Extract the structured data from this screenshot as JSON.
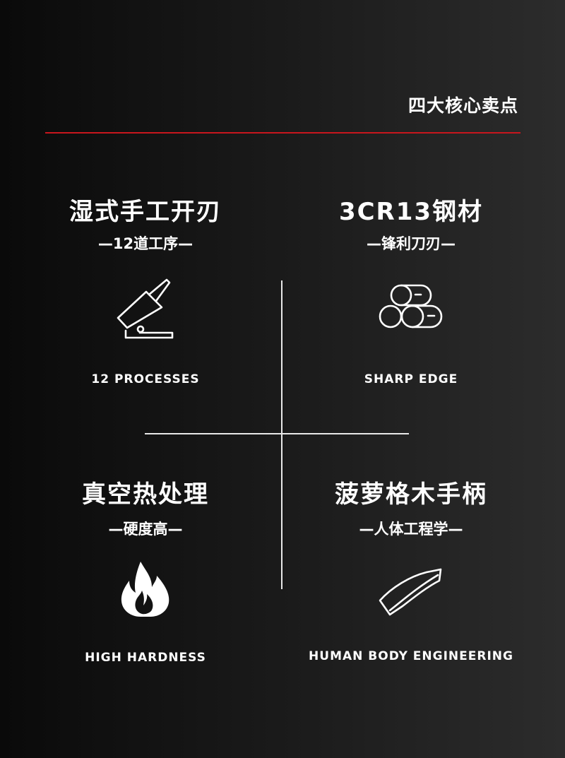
{
  "header": {
    "title": "四大核心卖点"
  },
  "colors": {
    "accent_line": "#c8161d",
    "text": "#ffffff"
  },
  "features": [
    {
      "title": "湿式手工开刃",
      "subtitle": "—12道工序—",
      "icon": "cleaver-icon",
      "english": "12 PROCESSES"
    },
    {
      "title": "3CR13钢材",
      "subtitle": "—锋利刀刃—",
      "icon": "steel-rolls-icon",
      "english": "SHARP EDGE"
    },
    {
      "title": "真空热处理",
      "subtitle": "—硬度高—",
      "icon": "flame-icon",
      "english": "HIGH HARDNESS"
    },
    {
      "title": "菠萝格木手柄",
      "subtitle": "—人体工程学—",
      "icon": "handle-icon",
      "english": "HUMAN BODY ENGINEERING"
    }
  ]
}
